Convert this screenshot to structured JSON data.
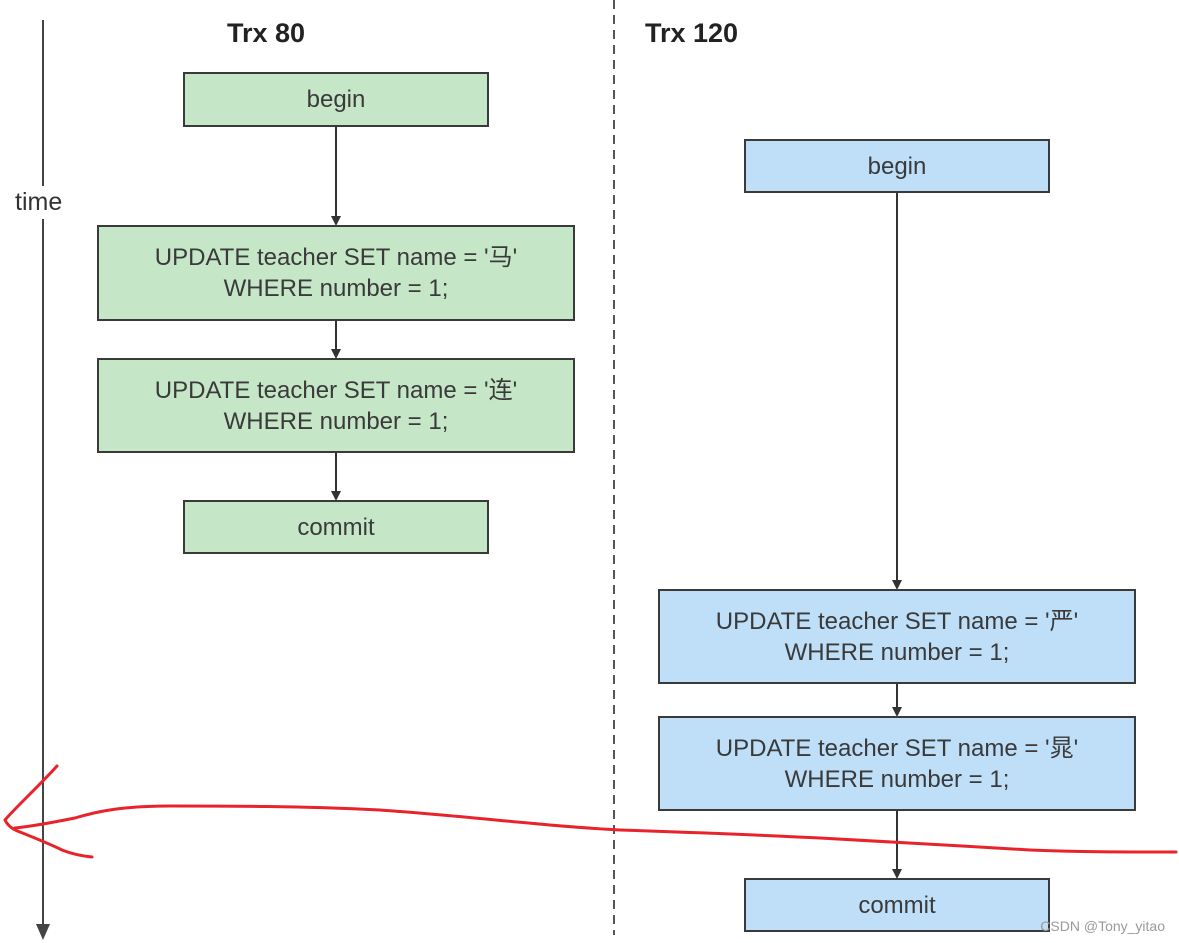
{
  "time_label": "time",
  "lanes": [
    {
      "title": "Trx 80",
      "color": "#c6e6c8",
      "steps": [
        {
          "lines": [
            "begin"
          ]
        },
        {
          "lines": [
            "UPDATE teacher  SET name = '马'",
            "WHERE number = 1;"
          ]
        },
        {
          "lines": [
            "UPDATE teacher  SET name = '连'",
            "WHERE number = 1;"
          ]
        },
        {
          "lines": [
            "commit"
          ]
        }
      ]
    },
    {
      "title": "Trx 120",
      "color": "#bedff7",
      "steps": [
        {
          "lines": [
            "begin"
          ]
        },
        {
          "lines": [
            "UPDATE teacher  SET name = '严'",
            "WHERE number = 1;"
          ]
        },
        {
          "lines": [
            "UPDATE teacher  SET name = '晁'",
            "WHERE number = 1;"
          ]
        },
        {
          "lines": [
            "commit"
          ]
        }
      ]
    }
  ],
  "annotation_color": "#e8232a",
  "watermark": "CSDN @Tony_yitao"
}
